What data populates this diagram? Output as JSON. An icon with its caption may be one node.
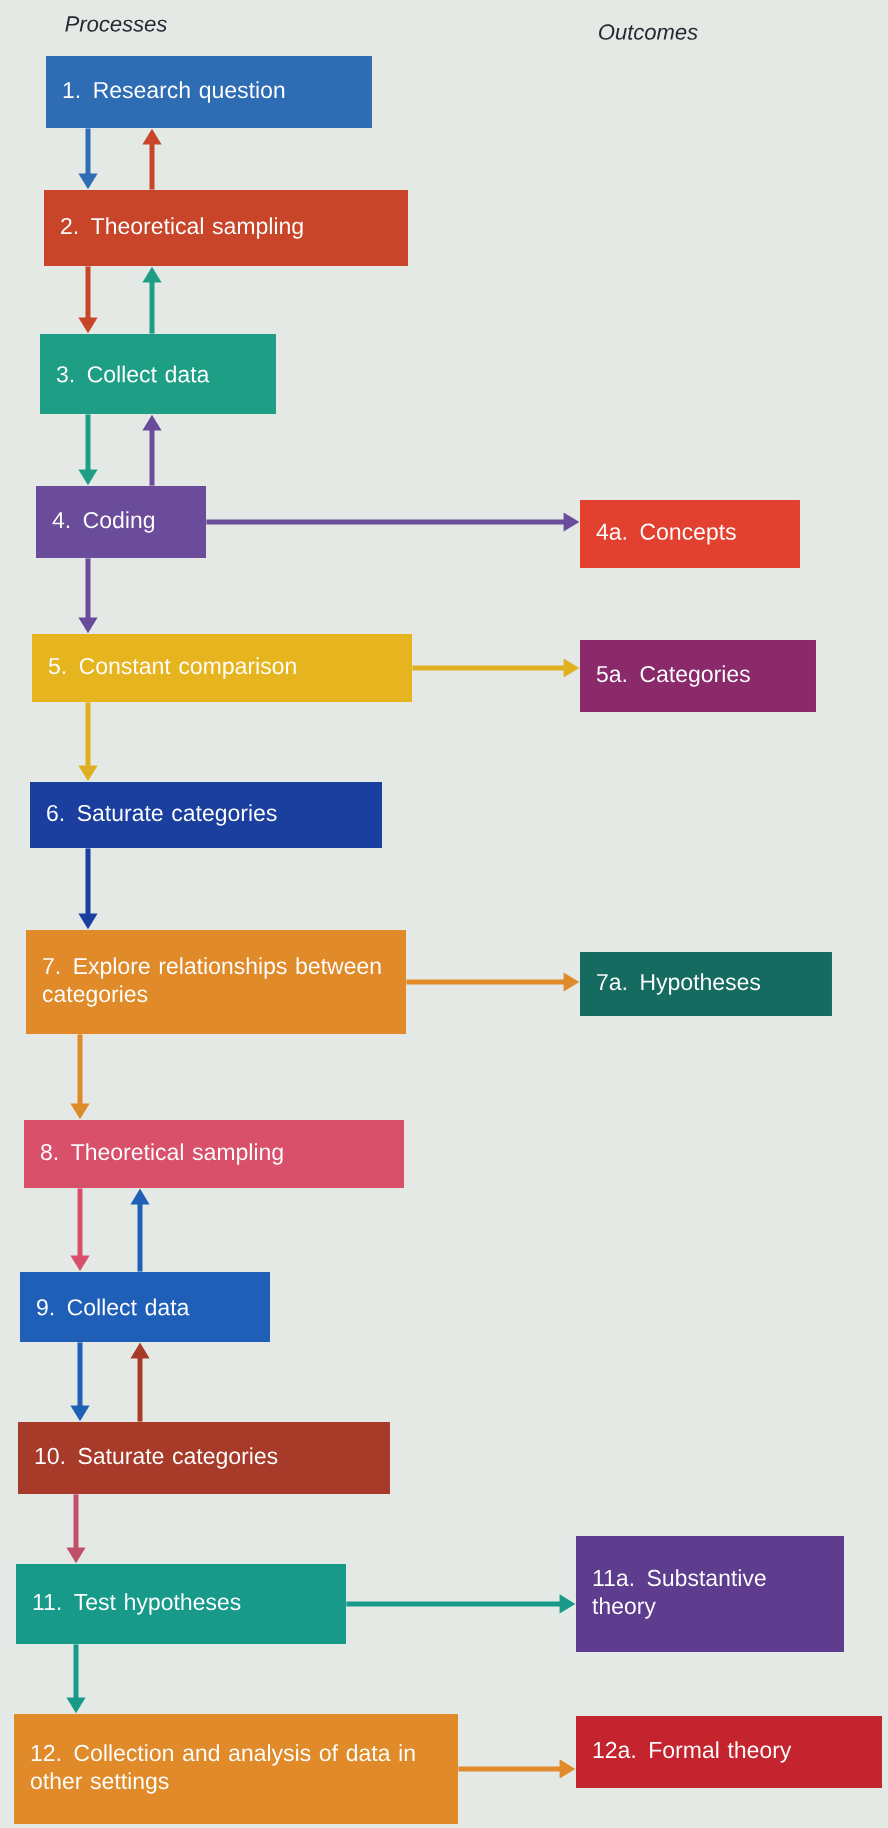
{
  "diagram": {
    "nodes": [
      {
        "text": [
          "1. Research question"
        ]
      },
      {
        "text": [
          "2. Theoretical sampling"
        ]
      },
      {
        "text": [
          "3. Collect data"
        ]
      },
      {
        "text": [
          "4. Coding"
        ]
      },
      {
        "text": [
          "4a. Concepts"
        ]
      },
      {
        "text": [
          "5. Constant comparison"
        ]
      },
      {
        "text": [
          "5a. Categories"
        ]
      },
      {
        "text": [
          "6. Saturate categories"
        ]
      },
      {
        "text": [
          "7. Explore relationships between categories"
        ]
      },
      {
        "text": [
          "7a. Hypotheses"
        ]
      },
      {
        "text": [
          "8. Theoretical sampling"
        ]
      },
      {
        "text": [
          "9. Collect data"
        ]
      },
      {
        "text": [
          "10. Saturate categories"
        ]
      },
      {
        "text": [
          "11. Test hypotheses"
        ]
      },
      {
        "text": [
          "11a. Substantive theory"
        ]
      },
      {
        "text": [
          "12. Collection and analysis of data in other settings"
        ]
      },
      {
        "text": [
          "12a. Formal theory"
        ]
      }
    ],
    "edges": [
      {
        "from": 0,
        "to": 1,
        "arrow": "to",
        "color": "#2e6db4"
      },
      {
        "from": 1,
        "to": 0,
        "arrow": "to",
        "color": "#c8452a"
      },
      {
        "from": 1,
        "to": 2,
        "arrow": "to",
        "color": "#c8452a"
      },
      {
        "from": 2,
        "to": 1,
        "arrow": "to",
        "color": "#1f9e86"
      },
      {
        "from": 2,
        "to": 3,
        "arrow": "to",
        "color": "#1f9e86"
      },
      {
        "from": 3,
        "to": 2,
        "arrow": "to",
        "color": "#6b4c9a"
      },
      {
        "from": 3,
        "to": 4,
        "arrow": "to",
        "color": "#6b4c9a"
      },
      {
        "from": 3,
        "to": 5,
        "arrow": "to",
        "color": "#6b4c9a"
      },
      {
        "from": 5,
        "to": 6,
        "arrow": "to",
        "color": "#e0b020"
      },
      {
        "from": 5,
        "to": 7,
        "arrow": "to",
        "color": "#e0b020"
      },
      {
        "from": 7,
        "to": 8,
        "arrow": "to",
        "color": "#1b3f9e"
      },
      {
        "from": 8,
        "to": 9,
        "arrow": "to",
        "color": "#e08a2a"
      },
      {
        "from": 8,
        "to": 10,
        "arrow": "to",
        "color": "#e08a2a"
      },
      {
        "from": 10,
        "to": 11,
        "arrow": "to",
        "color": "#d9506a"
      },
      {
        "from": 11,
        "to": 10,
        "arrow": "to",
        "color": "#1f5fb8"
      },
      {
        "from": 11,
        "to": 12,
        "arrow": "to",
        "color": "#1f5fb8"
      },
      {
        "from": 12,
        "to": 11,
        "arrow": "to",
        "color": "#a83a2a"
      },
      {
        "from": 12,
        "to": 13,
        "arrow": "to",
        "color": "#c0506a"
      },
      {
        "from": 13,
        "to": 14,
        "arrow": "to",
        "color": "#179a8a"
      },
      {
        "from": 13,
        "to": 15,
        "arrow": "to",
        "color": "#179a8a"
      },
      {
        "from": 15,
        "to": 16,
        "arrow": "to",
        "color": "#e08a2a"
      }
    ],
    "labels": [
      "Processes",
      "Outcomes"
    ]
  }
}
